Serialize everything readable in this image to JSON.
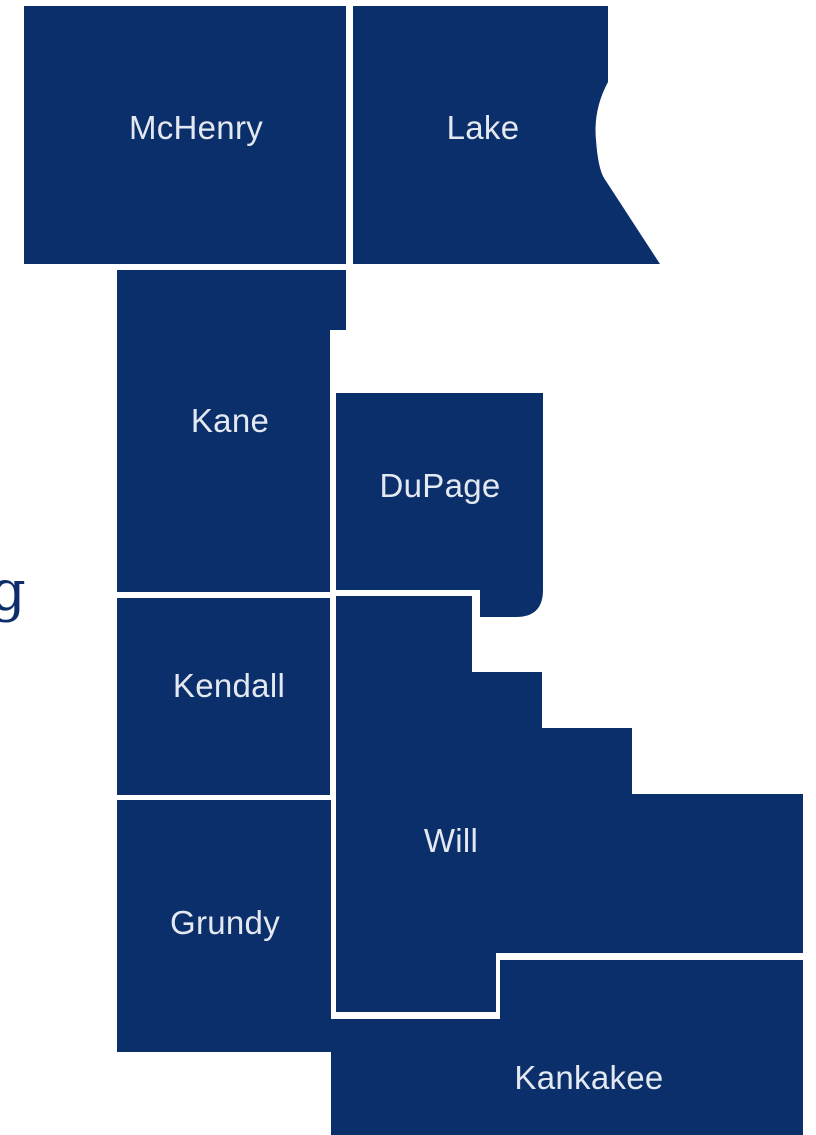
{
  "map": {
    "fill_color": "#0b2f6b",
    "border_color": "#ffffff",
    "edge_text": "g",
    "counties": [
      {
        "id": "mchenry",
        "name": "McHenry"
      },
      {
        "id": "lake",
        "name": "Lake"
      },
      {
        "id": "kane",
        "name": "Kane"
      },
      {
        "id": "dupage",
        "name": "DuPage"
      },
      {
        "id": "kendall",
        "name": "Kendall"
      },
      {
        "id": "will",
        "name": "Will"
      },
      {
        "id": "grundy",
        "name": "Grundy"
      },
      {
        "id": "kankakee",
        "name": "Kankakee"
      }
    ]
  }
}
